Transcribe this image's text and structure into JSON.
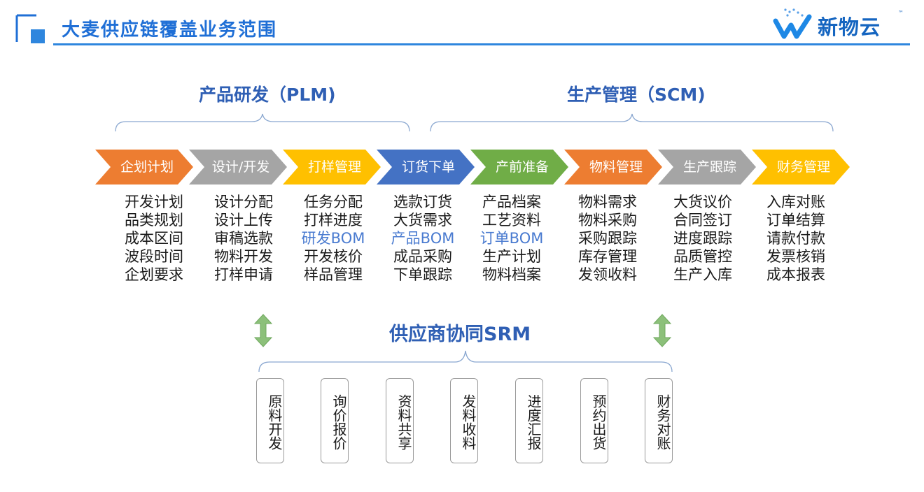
{
  "header": {
    "title": "大麦供应链覆盖业务范围",
    "brand_name": "新物云",
    "brand_tm": "™"
  },
  "sections": {
    "plm_title": "产品研发（PLM)",
    "scm_title": "生产管理（SCM)",
    "srm_title": "供应商协同SRM"
  },
  "colors": {
    "accent": "#1f6fd6",
    "orange": "#ed7d31",
    "gray": "#a5a5a5",
    "gold": "#ffc000",
    "blue": "#4472c4",
    "green": "#70ad47",
    "highlight_text": "#4a7bd0",
    "arrow_green": "#8cc07a"
  },
  "process_steps": [
    {
      "label": "企划计划",
      "color": "#ed7d31",
      "items": [
        "开发计划",
        "品类规划",
        "成本区间",
        "波段时间",
        "企划要求"
      ],
      "highlight": []
    },
    {
      "label": "设计/开发",
      "color": "#a5a5a5",
      "items": [
        "设计分配",
        "设计上传",
        "审稿选款",
        "物料开发",
        "打样申请"
      ],
      "highlight": []
    },
    {
      "label": "打样管理",
      "color": "#ffc000",
      "items": [
        "任务分配",
        "打样进度",
        "研发BOM",
        "开发核价",
        "样品管理"
      ],
      "highlight": [
        2
      ]
    },
    {
      "label": "订货下单",
      "color": "#4472c4",
      "items": [
        "选款订货",
        "大货需求",
        "产品BOM",
        "成品采购",
        "下单跟踪"
      ],
      "highlight": [
        2
      ]
    },
    {
      "label": "产前准备",
      "color": "#70ad47",
      "items": [
        "产品档案",
        "工艺资料",
        "订单BOM",
        "生产计划",
        "物料档案"
      ],
      "highlight": [
        2
      ]
    },
    {
      "label": "物料管理",
      "color": "#ed7d31",
      "items": [
        "物料需求",
        "物料采购",
        "采购跟踪",
        "库存管理",
        "发领收料"
      ],
      "highlight": []
    },
    {
      "label": "生产跟踪",
      "color": "#a5a5a5",
      "items": [
        "大货议价",
        "合同签订",
        "进度跟踪",
        "品质管控",
        "生产入库"
      ],
      "highlight": []
    },
    {
      "label": "财务管理",
      "color": "#ffc000",
      "items": [
        "入库对账",
        "订单结算",
        "请款付款",
        "发票核销",
        "成本报表"
      ],
      "highlight": []
    }
  ],
  "srm_boxes": [
    "原料开发",
    "询价报价",
    "资料共享",
    "发料收料",
    "进度汇报",
    "预约出货",
    "财务对账"
  ],
  "icons": {
    "corner": "square-corner-icon",
    "brand": "brand-w-logo-icon",
    "arrow": "double-arrow-icon"
  }
}
